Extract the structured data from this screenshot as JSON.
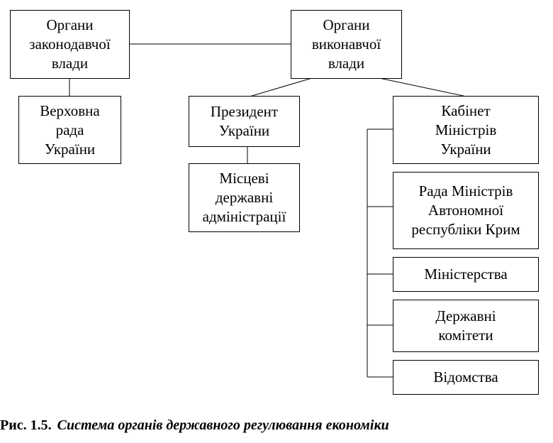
{
  "nodes": {
    "legislative": "Органи\nзаконодавчої\nвлади",
    "executive": "Органи\nвиконавчої\nвлади",
    "verkhovna_rada": "Верховна\nрада\nУкраїни",
    "president": "Президент\nУкраїни",
    "local_admin": "Місцеві\nдержавні\nадміністрації",
    "cabinet": "Кабінет\nМіністрів\nУкраїни",
    "crimea_council": "Рада Міністрів\nАвтономної\nреспубліки Крим",
    "ministries": "Міністерства",
    "state_committees": "Державні\nкомітети",
    "agencies": "Відомства"
  },
  "caption": {
    "label": "Рис. 1.5.",
    "title": "Система органів державного регулювання економіки"
  }
}
